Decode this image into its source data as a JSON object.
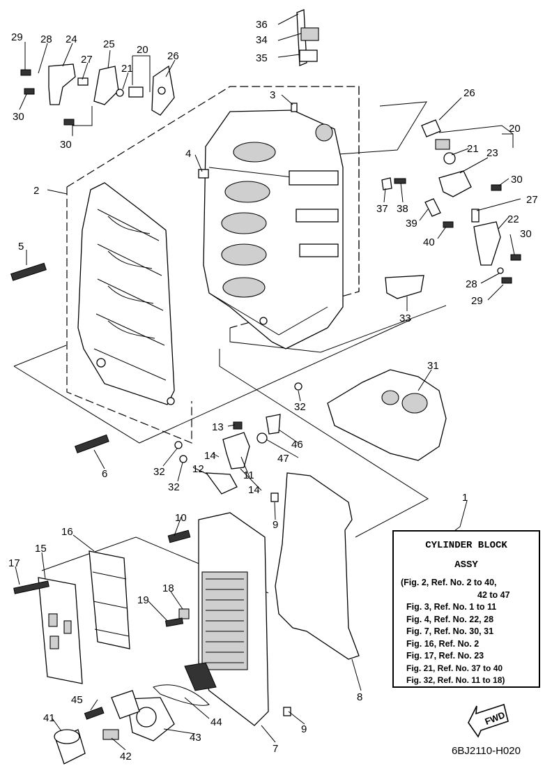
{
  "legend": {
    "title_line1": "CYLINDER BLOCK",
    "title_line2": "ASSY",
    "lines": [
      "(Fig. 2, Ref. No. 2 to 40,",
      "42 to 47",
      "Fig. 3, Ref. No. 1 to 11",
      "Fig. 4, Ref. No. 22, 28",
      "Fig. 7, Ref. No. 30, 31",
      "Fig. 16, Ref. No. 2",
      "Fig. 17, Ref. No. 23",
      "Fig. 21, Ref. No. 37 to 40",
      "Fig. 32, Ref. No. 11 to 18)"
    ]
  },
  "fwd_label": "FWD",
  "drawing_code": "6BJ2110-H020",
  "callouts": [
    "1",
    "2",
    "3",
    "4",
    "5",
    "6",
    "7",
    "8",
    "9",
    "9",
    "10",
    "11",
    "12",
    "13",
    "14",
    "14",
    "15",
    "16",
    "17",
    "18",
    "19",
    "20",
    "20",
    "21",
    "21",
    "22",
    "23",
    "24",
    "25",
    "26",
    "26",
    "27",
    "27",
    "28",
    "28",
    "29",
    "29",
    "30",
    "30",
    "30",
    "30",
    "31",
    "32",
    "32",
    "32",
    "33",
    "34",
    "35",
    "36",
    "37",
    "38",
    "39",
    "40",
    "41",
    "42",
    "43",
    "44",
    "45",
    "46",
    "47"
  ]
}
